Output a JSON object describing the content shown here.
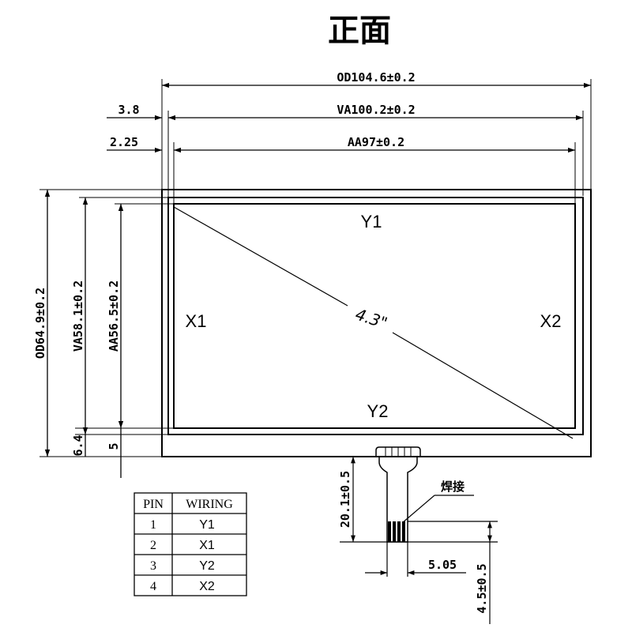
{
  "title": "正面",
  "dimensions": {
    "od_width": "OD104.6±0.2",
    "va_width": "VA100.2±0.2",
    "aa_width": "AA97±0.2",
    "offset_va": "3.8",
    "offset_aa": "2.25",
    "od_height": "OD64.9±0.2",
    "va_height": "VA58.1±0.2",
    "aa_height": "AA56.5±0.2",
    "offset_bottom_va": "6.4",
    "offset_bottom_aa": "5",
    "tail_length": "20.1±0.5",
    "tail_width": "5.05",
    "contact_length": "4.5±0.5"
  },
  "diagonal": "4.3\"",
  "signals": {
    "top": "Y1",
    "bottom": "Y2",
    "left": "X1",
    "right": "X2"
  },
  "callout": "焊接",
  "pin_table": {
    "headers": [
      "PIN",
      "WIRING"
    ],
    "rows": [
      {
        "pin": "1",
        "wiring": "Y1"
      },
      {
        "pin": "2",
        "wiring": "X1"
      },
      {
        "pin": "3",
        "wiring": "Y2"
      },
      {
        "pin": "4",
        "wiring": "X2"
      }
    ]
  }
}
